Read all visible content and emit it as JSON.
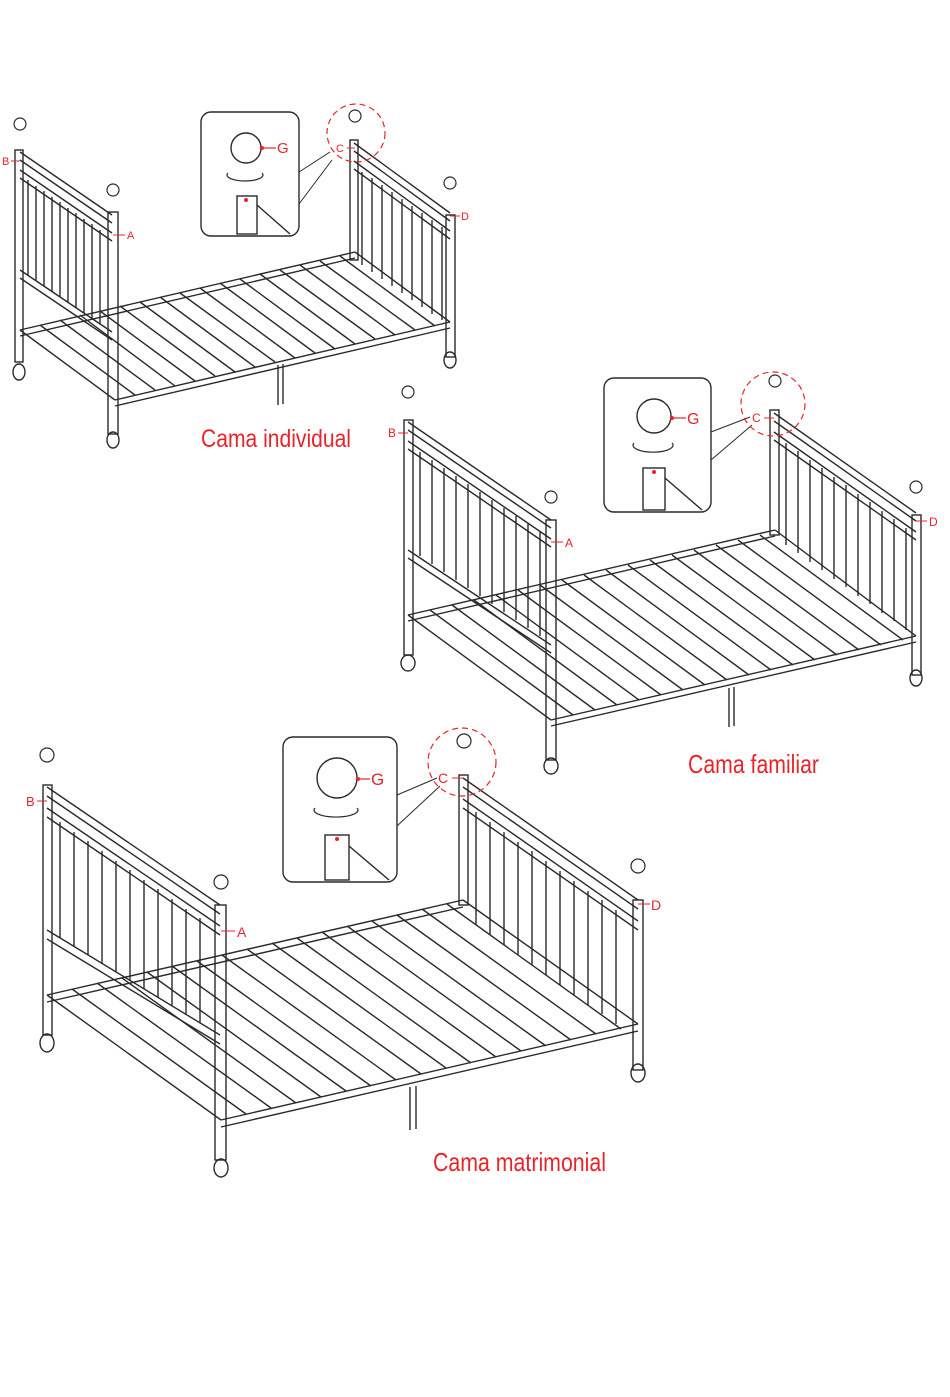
{
  "colors": {
    "line": "#2a2a2a",
    "accent": "#e8242b",
    "background": "#ffffff"
  },
  "beds": [
    {
      "id": "individual",
      "title": "Cama individual",
      "labels": {
        "a": "A",
        "b": "B",
        "c": "C",
        "d": "D",
        "g": "G"
      }
    },
    {
      "id": "familiar",
      "title": "Cama familiar",
      "labels": {
        "a": "A",
        "b": "B",
        "c": "C",
        "d": "D",
        "g": "G"
      }
    },
    {
      "id": "matrimonial",
      "title": "Cama matrimonial",
      "labels": {
        "a": "A",
        "b": "B",
        "c": "C",
        "d": "D",
        "g": "G"
      }
    }
  ]
}
